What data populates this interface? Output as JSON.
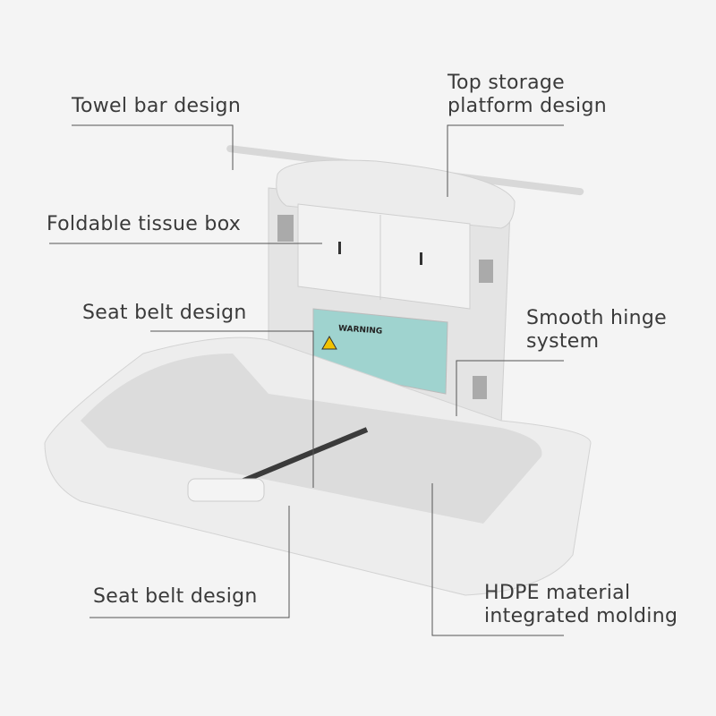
{
  "callouts": {
    "towel_bar": "Towel bar design",
    "top_storage_line1": "Top storage",
    "top_storage_line2": "platform design",
    "tissue_box": "Foldable tissue box",
    "seat_belt_upper": "Seat belt design",
    "hinge_line1": "Smooth hinge",
    "hinge_line2": "system",
    "seat_belt_lower": "Seat belt design",
    "hdpe_line1": "HDPE material",
    "hdpe_line2": "integrated molding"
  },
  "warning_label": {
    "title": "WARNING"
  },
  "colors": {
    "background": "#f4f4f4",
    "product": "#e9e9e9",
    "label": "#9fd3cf",
    "callout_line": "#555555",
    "text": "#3a3a3a"
  }
}
